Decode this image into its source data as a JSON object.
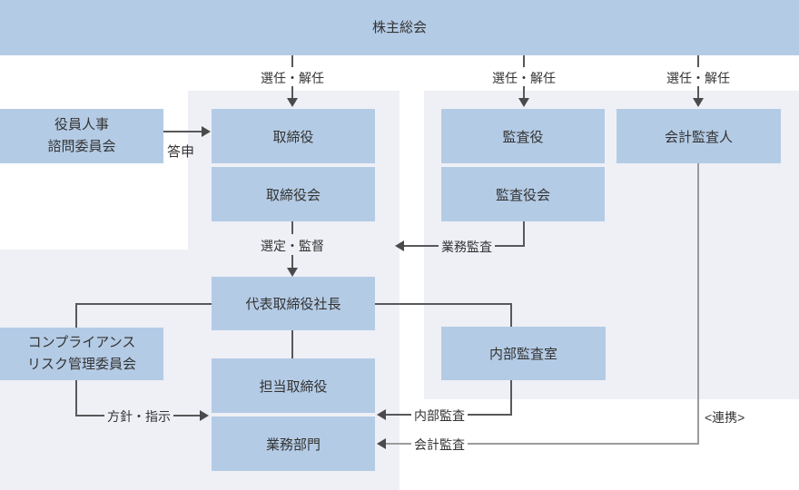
{
  "banner": {
    "label": "株主総会"
  },
  "nodes": {
    "advisory": {
      "line1": "役員人事",
      "line2": "諮問委員会"
    },
    "directors": {
      "label": "取締役"
    },
    "board_of_directors": {
      "label": "取締役会"
    },
    "auditors": {
      "label": "監査役"
    },
    "board_of_auditors": {
      "label": "監査役会"
    },
    "accounting_auditor": {
      "label": "会計監査人"
    },
    "president": {
      "label": "代表取締役社長"
    },
    "compliance": {
      "line1": "コンプライアンス",
      "line2": "リスク管理委員会"
    },
    "internal_audit_office": {
      "label": "内部監査室"
    },
    "director_in_charge": {
      "label": "担当取締役"
    },
    "business_divisions": {
      "label": "業務部門"
    }
  },
  "edge_labels": {
    "appoint_dismiss": "選任・解任",
    "report": "答申",
    "select_supervise": "選定・監督",
    "operational_audit": "業務監査",
    "policy_instruction": "方針・指示",
    "internal_audit": "内部監査",
    "accounting_audit": "会計監査",
    "collaboration": "<連携>"
  },
  "colors": {
    "node_fill": "#b4cbe5",
    "panel_fill": "#eef0f6",
    "line_dark": "#58585a",
    "line_light": "#9b9b9b",
    "text": "#333333",
    "background": "#ffffff"
  }
}
